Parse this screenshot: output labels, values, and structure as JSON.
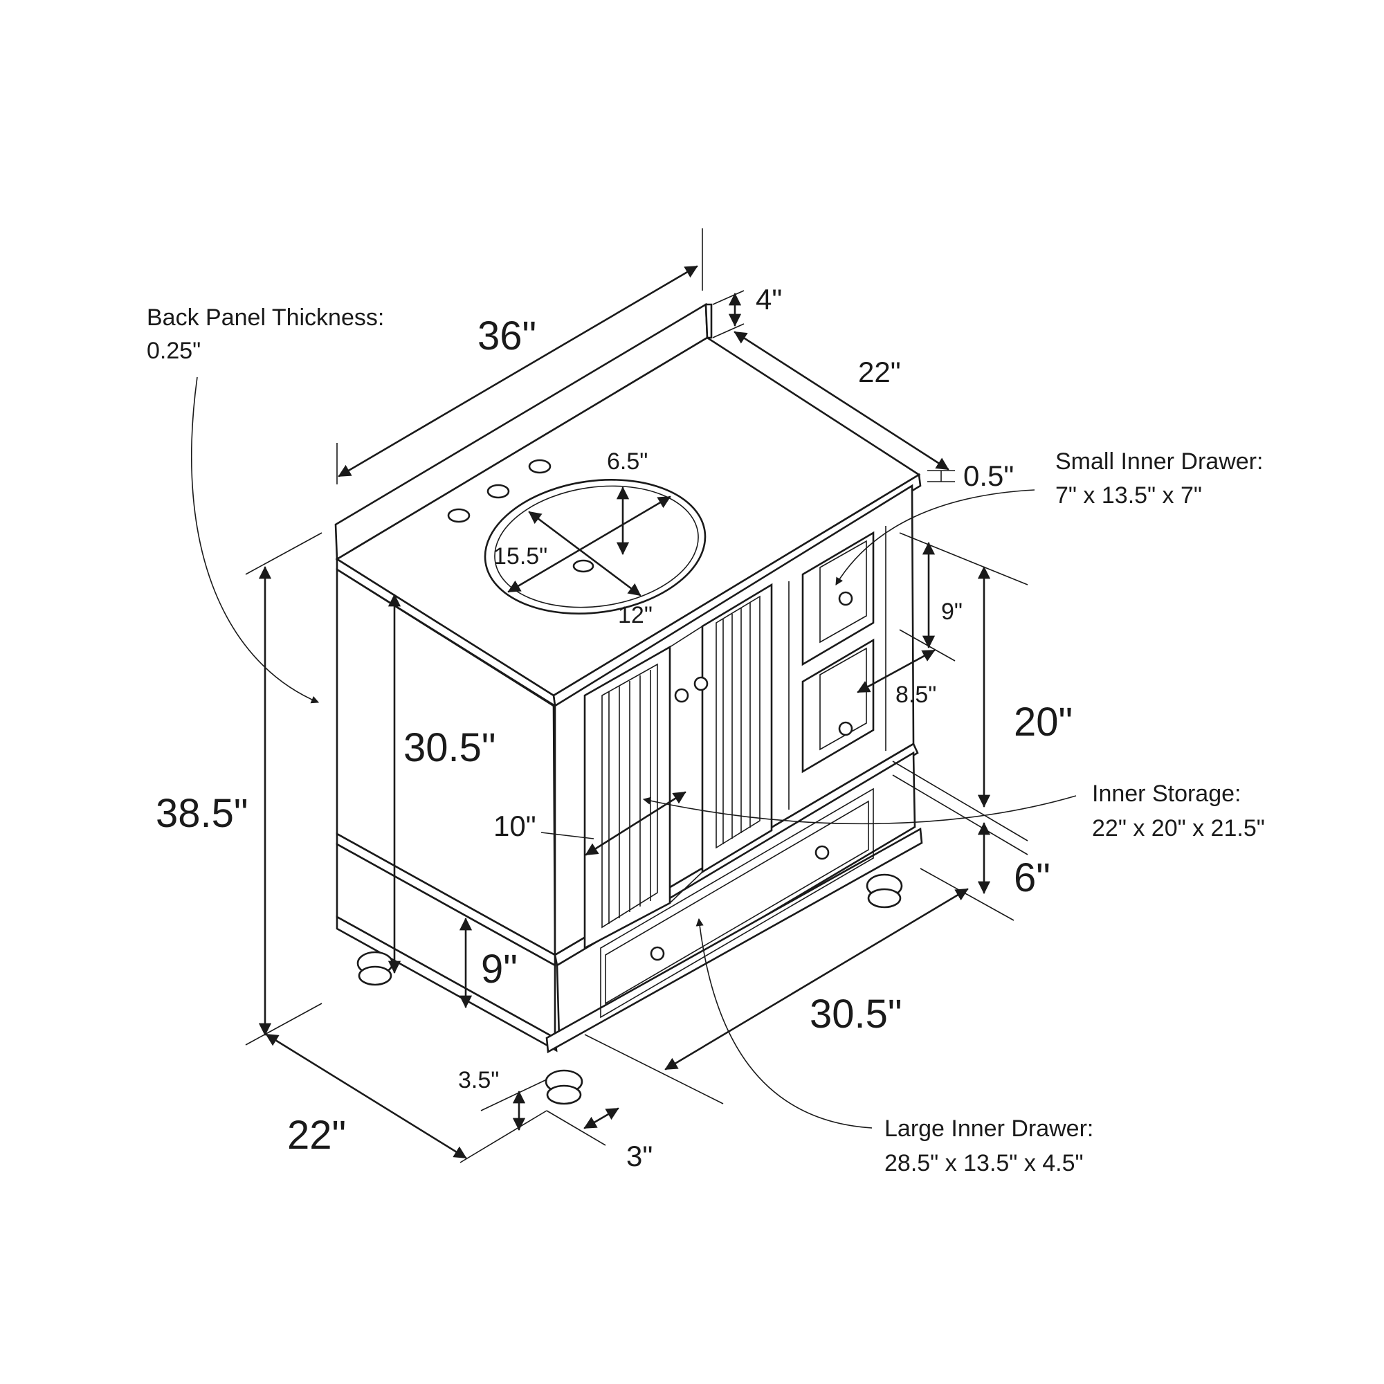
{
  "dimensions": {
    "width_36": "36\"",
    "backsplash_height": "4\"",
    "depth_top": "22\"",
    "top_thickness": "0.5\"",
    "faucet_spacing": "6.5\"",
    "sink_length": "15.5\"",
    "sink_width": "12\"",
    "overall_height": "38.5\"",
    "cabinet_height": "30.5\"",
    "door_width": "10\"",
    "small_drawer_height": "9\"",
    "small_drawer_width": "8.5\"",
    "right_height": "20\"",
    "base_height": "6\"",
    "bottom_drawer_height": "9\"",
    "base_width": "30.5\"",
    "foot_height": "3.5\"",
    "foot_width": "3\"",
    "depth_bottom": "22\""
  },
  "notes": {
    "back_panel": {
      "title": "Back Panel Thickness:",
      "value": "0.25\""
    },
    "small_drawer": {
      "title": "Small Inner Drawer:",
      "value": "7\" x 13.5\" x 7\""
    },
    "inner_storage": {
      "title": "Inner Storage:",
      "value": "22\" x 20\" x 21.5\""
    },
    "large_drawer": {
      "title": "Large Inner Drawer:",
      "value": "28.5\" x 13.5\" x 4.5\""
    }
  }
}
